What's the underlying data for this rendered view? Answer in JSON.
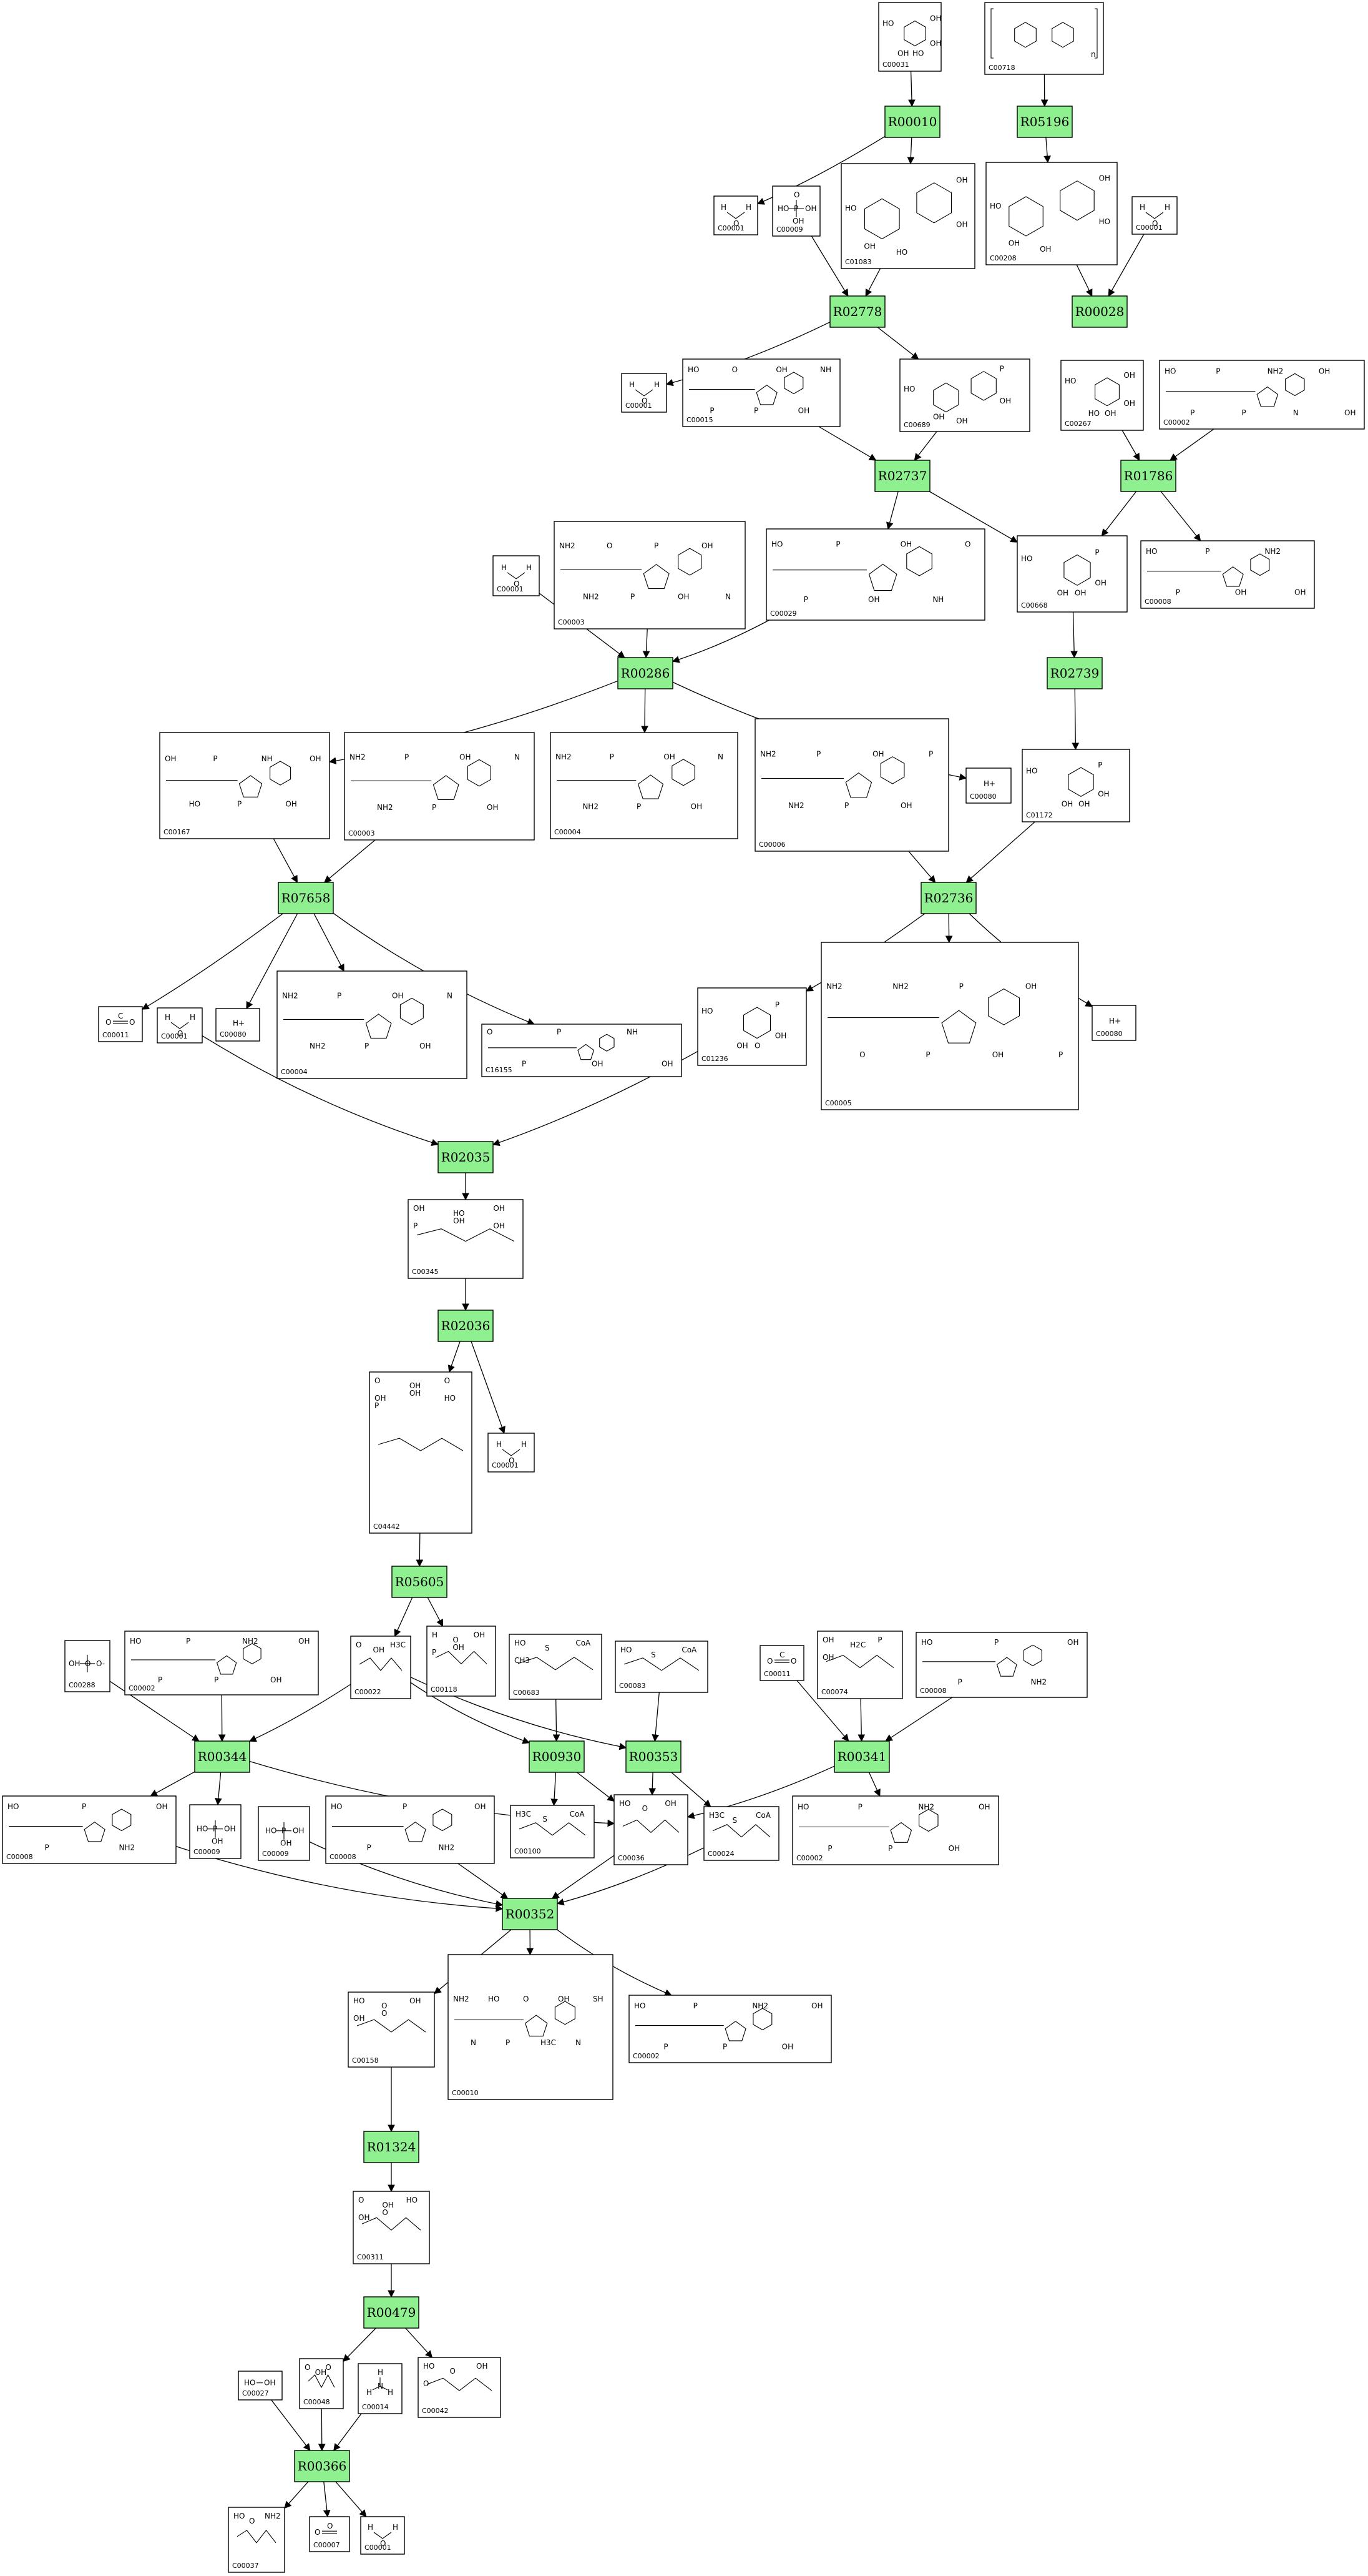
{
  "colors": {
    "reaction_fill": "#8ef08e",
    "line": "#000000",
    "background": "#ffffff"
  },
  "reactions": [
    {
      "id": "R00010"
    },
    {
      "id": "R05196"
    },
    {
      "id": "R02778"
    },
    {
      "id": "R00028"
    },
    {
      "id": "R02737"
    },
    {
      "id": "R01786"
    },
    {
      "id": "R00286"
    },
    {
      "id": "R02739"
    },
    {
      "id": "R07658"
    },
    {
      "id": "R02736"
    },
    {
      "id": "R02035"
    },
    {
      "id": "R02036"
    },
    {
      "id": "R05605"
    },
    {
      "id": "R00344"
    },
    {
      "id": "R00930"
    },
    {
      "id": "R00353"
    },
    {
      "id": "R00341"
    },
    {
      "id": "R00352"
    },
    {
      "id": "R01324"
    },
    {
      "id": "R00479"
    },
    {
      "id": "R00366"
    }
  ],
  "compounds": [
    {
      "key": "c00031",
      "label": "C00031",
      "kind": "sugar",
      "atoms": [
        "HO",
        "OH",
        "OH",
        "OH",
        "HO"
      ]
    },
    {
      "key": "c00718",
      "label": "C00718",
      "kind": "polysaccharide",
      "atoms": [
        "n"
      ]
    },
    {
      "key": "c00001a",
      "label": "C00001",
      "kind": "water",
      "atoms": [
        "H",
        "O",
        "H"
      ]
    },
    {
      "key": "c00009a",
      "label": "C00009",
      "kind": "phosphate",
      "atoms": [
        "HO",
        "P",
        "OH",
        "OH",
        "O"
      ]
    },
    {
      "key": "c01083",
      "label": "C01083",
      "kind": "disaccharide",
      "atoms": [
        "HO",
        "OH",
        "HO",
        "OH",
        "OH"
      ]
    },
    {
      "key": "c00208",
      "label": "C00208",
      "kind": "disaccharide",
      "atoms": [
        "HO",
        "OH",
        "OH",
        "OH",
        "HO"
      ]
    },
    {
      "key": "c00001b",
      "label": "C00001",
      "kind": "water",
      "atoms": [
        "H",
        "O",
        "H"
      ]
    },
    {
      "key": "c00001c",
      "label": "C00001",
      "kind": "water",
      "atoms": [
        "H",
        "O",
        "H"
      ]
    },
    {
      "key": "c00015",
      "label": "C00015",
      "kind": "nucleotide",
      "atoms": [
        "HO",
        "P",
        "O",
        "P",
        "OH",
        "OH",
        "NH"
      ]
    },
    {
      "key": "c00689",
      "label": "C00689",
      "kind": "disaccharide-phosphate",
      "atoms": [
        "HO",
        "OH",
        "OH",
        "P",
        "OH"
      ]
    },
    {
      "key": "c00267",
      "label": "C00267",
      "kind": "sugar",
      "atoms": [
        "HO",
        "OH",
        "OH",
        "HO",
        "OH"
      ]
    },
    {
      "key": "c00002a",
      "label": "C00002",
      "kind": "nucleotide",
      "atoms": [
        "HO",
        "P",
        "P",
        "P",
        "NH2",
        "N",
        "OH",
        "OH"
      ]
    },
    {
      "key": "c00001d",
      "label": "C00001",
      "kind": "water",
      "atoms": [
        "H",
        "O",
        "H"
      ]
    },
    {
      "key": "c00003a",
      "label": "C00003",
      "kind": "dinucleotide",
      "atoms": [
        "NH2",
        "NH2",
        "O",
        "P",
        "P",
        "OH",
        "OH",
        "N"
      ]
    },
    {
      "key": "c00029",
      "label": "C00029",
      "kind": "nucleotide-sugar",
      "atoms": [
        "HO",
        "P",
        "P",
        "OH",
        "OH",
        "NH",
        "O"
      ]
    },
    {
      "key": "c00668",
      "label": "C00668",
      "kind": "sugar-phosphate",
      "atoms": [
        "HO",
        "P",
        "OH",
        "OH",
        "OH"
      ]
    },
    {
      "key": "c00008a",
      "label": "C00008",
      "kind": "nucleotide",
      "atoms": [
        "HO",
        "P",
        "P",
        "OH",
        "NH2",
        "OH"
      ]
    },
    {
      "key": "c00167",
      "label": "C00167",
      "kind": "nucleotide-sugar",
      "atoms": [
        "OH",
        "HO",
        "P",
        "P",
        "NH",
        "OH",
        "OH"
      ]
    },
    {
      "key": "c00003b",
      "label": "C00003",
      "kind": "dinucleotide",
      "atoms": [
        "NH2",
        "NH2",
        "P",
        "P",
        "OH",
        "OH",
        "N"
      ]
    },
    {
      "key": "c00004a",
      "label": "C00004",
      "kind": "dinucleotide",
      "atoms": [
        "NH2",
        "NH2",
        "P",
        "P",
        "OH",
        "OH",
        "N"
      ]
    },
    {
      "key": "c00006a",
      "label": "C00006",
      "kind": "dinucleotide",
      "atoms": [
        "NH2",
        "NH2",
        "P",
        "P",
        "OH",
        "OH",
        "P"
      ]
    },
    {
      "key": "c00080a",
      "label": "C00080",
      "kind": "proton",
      "atoms": [
        "H+"
      ]
    },
    {
      "key": "c01172",
      "label": "C01172",
      "kind": "sugar-phosphate",
      "atoms": [
        "HO",
        "P",
        "OH",
        "OH",
        "OH"
      ]
    },
    {
      "key": "c00011a",
      "label": "C00011",
      "kind": "co2",
      "atoms": [
        "O",
        "C",
        "O"
      ]
    },
    {
      "key": "c00001e",
      "label": "C00001",
      "kind": "water",
      "atoms": [
        "H",
        "O",
        "H"
      ]
    },
    {
      "key": "c00080b",
      "label": "C00080",
      "kind": "proton",
      "atoms": [
        "H+"
      ]
    },
    {
      "key": "c00004b",
      "label": "C00004",
      "kind": "dinucleotide",
      "atoms": [
        "NH2",
        "NH2",
        "P",
        "P",
        "OH",
        "OH",
        "N"
      ]
    },
    {
      "key": "c16155",
      "label": "C16155",
      "kind": "nucleotide-sugar",
      "atoms": [
        "O",
        "P",
        "P",
        "OH",
        "NH",
        "OH"
      ]
    },
    {
      "key": "c01236",
      "label": "C01236",
      "kind": "lactone-phosphate",
      "atoms": [
        "HO",
        "P",
        "OH",
        "OH",
        "O"
      ]
    },
    {
      "key": "c00005",
      "label": "C00005",
      "kind": "dinucleotide",
      "atoms": [
        "NH2",
        "O",
        "NH2",
        "P",
        "P",
        "OH",
        "OH",
        "P"
      ]
    },
    {
      "key": "c00080c",
      "label": "C00080",
      "kind": "proton",
      "atoms": [
        "H+"
      ]
    },
    {
      "key": "c00345",
      "label": "C00345",
      "kind": "acid-phosphate",
      "atoms": [
        "OH",
        "HO",
        "OH",
        "P",
        "OH",
        "OH"
      ]
    },
    {
      "key": "c04442",
      "label": "C04442",
      "kind": "keto-acid-phosphate",
      "atoms": [
        "O",
        "OH",
        "O",
        "OH",
        "OH",
        "HO",
        "P"
      ]
    },
    {
      "key": "c00001f",
      "label": "C00001",
      "kind": "water",
      "atoms": [
        "H",
        "O",
        "H"
      ]
    },
    {
      "key": "c00288",
      "label": "C00288",
      "kind": "bicarbonate",
      "atoms": [
        "OH",
        "O",
        "O-"
      ]
    },
    {
      "key": "c00002b",
      "label": "C00002",
      "kind": "nucleotide",
      "atoms": [
        "HO",
        "P",
        "P",
        "P",
        "NH2",
        "OH",
        "OH"
      ]
    },
    {
      "key": "c00022",
      "label": "C00022",
      "kind": "keto-acid",
      "atoms": [
        "O",
        "OH",
        "H3C"
      ]
    },
    {
      "key": "c00118",
      "label": "C00118",
      "kind": "aldehyde-phosphate",
      "atoms": [
        "H",
        "O",
        "OH",
        "P",
        "OH"
      ]
    },
    {
      "key": "c00683",
      "label": "C00683",
      "kind": "acyl-coa",
      "atoms": [
        "HO",
        "S",
        "CoA",
        "CH3"
      ]
    },
    {
      "key": "c00083",
      "label": "C00083",
      "kind": "acyl-coa",
      "atoms": [
        "HO",
        "S",
        "CoA"
      ]
    },
    {
      "key": "c00011b",
      "label": "C00011",
      "kind": "co2",
      "atoms": [
        "O",
        "C",
        "O"
      ]
    },
    {
      "key": "c00074",
      "label": "C00074",
      "kind": "enol-phosphate",
      "atoms": [
        "OH",
        "H2C",
        "P",
        "OH"
      ]
    },
    {
      "key": "c00008b",
      "label": "C00008",
      "kind": "nucleotide",
      "atoms": [
        "HO",
        "P",
        "P",
        "NH2",
        "OH"
      ]
    },
    {
      "key": "c00008c",
      "label": "C00008",
      "kind": "nucleotide",
      "atoms": [
        "HO",
        "P",
        "P",
        "NH2",
        "OH"
      ]
    },
    {
      "key": "c00009b",
      "label": "C00009",
      "kind": "phosphate",
      "atoms": [
        "HO",
        "P",
        "OH",
        "OH"
      ]
    },
    {
      "key": "c00009c",
      "label": "C00009",
      "kind": "phosphate",
      "atoms": [
        "HO",
        "P",
        "OH",
        "OH"
      ]
    },
    {
      "key": "c00008d",
      "label": "C00008",
      "kind": "nucleotide",
      "atoms": [
        "HO",
        "P",
        "P",
        "NH2",
        "OH"
      ]
    },
    {
      "key": "c00100",
      "label": "C00100",
      "kind": "acyl-coa",
      "atoms": [
        "H3C",
        "S",
        "CoA"
      ]
    },
    {
      "key": "c00036",
      "label": "C00036",
      "kind": "keto-diacid",
      "atoms": [
        "HO",
        "O",
        "OH"
      ]
    },
    {
      "key": "c00024",
      "label": "C00024",
      "kind": "acyl-coa",
      "atoms": [
        "H3C",
        "S",
        "CoA"
      ]
    },
    {
      "key": "c00002c",
      "label": "C00002",
      "kind": "nucleotide",
      "atoms": [
        "HO",
        "P",
        "P",
        "P",
        "NH2",
        "OH",
        "OH"
      ]
    },
    {
      "key": "c00158",
      "label": "C00158",
      "kind": "tricarboxylic",
      "atoms": [
        "HO",
        "O",
        "OH",
        "OH",
        "O"
      ]
    },
    {
      "key": "c00010",
      "label": "C00010",
      "kind": "coenzyme-a",
      "atoms": [
        "NH2",
        "N",
        "HO",
        "P",
        "O",
        "H3C",
        "OH",
        "N",
        "SH"
      ]
    },
    {
      "key": "c00002d",
      "label": "C00002",
      "kind": "nucleotide",
      "atoms": [
        "HO",
        "P",
        "P",
        "P",
        "NH2",
        "OH",
        "OH"
      ]
    },
    {
      "key": "c00311",
      "label": "C00311",
      "kind": "tricarboxylic",
      "atoms": [
        "O",
        "OH",
        "HO",
        "OH",
        "O"
      ]
    },
    {
      "key": "c00027",
      "label": "C00027",
      "kind": "peroxide",
      "atoms": [
        "HO",
        "OH"
      ]
    },
    {
      "key": "c00048",
      "label": "C00048",
      "kind": "aldehyde-acid",
      "atoms": [
        "O",
        "OH",
        "O"
      ]
    },
    {
      "key": "c00014",
      "label": "C00014",
      "kind": "ammonia",
      "atoms": [
        "H",
        "N",
        "H",
        "H"
      ]
    },
    {
      "key": "c00042",
      "label": "C00042",
      "kind": "diacid",
      "atoms": [
        "HO",
        "O",
        "OH",
        "O"
      ]
    },
    {
      "key": "c00037",
      "label": "C00037",
      "kind": "amino-acid",
      "atoms": [
        "HO",
        "O",
        "NH2"
      ]
    },
    {
      "key": "c00007",
      "label": "C00007",
      "kind": "oxygen",
      "atoms": [
        "O",
        "O"
      ]
    },
    {
      "key": "c00001g",
      "label": "C00001",
      "kind": "water",
      "atoms": [
        "H",
        "O",
        "H"
      ]
    }
  ],
  "edges": [
    [
      "c00031",
      "R00010"
    ],
    [
      "R00010",
      "c00001a"
    ],
    [
      "R00010",
      "c01083"
    ],
    [
      "c00718",
      "R05196"
    ],
    [
      "R05196",
      "c00208"
    ],
    [
      "c00009a",
      "R02778"
    ],
    [
      "c01083",
      "R02778"
    ],
    [
      "R02778",
      "c00001c"
    ],
    [
      "R02778",
      "c00689"
    ],
    [
      "c00208",
      "R00028"
    ],
    [
      "c00001b",
      "R00028"
    ],
    [
      "c00015",
      "R02737"
    ],
    [
      "c00689",
      "R02737"
    ],
    [
      "R02737",
      "c00029"
    ],
    [
      "R02737",
      "c00668"
    ],
    [
      "c00267",
      "R01786"
    ],
    [
      "c00002a",
      "R01786"
    ],
    [
      "R01786",
      "c00668"
    ],
    [
      "R01786",
      "c00008a"
    ],
    [
      "c00001d",
      "R00286"
    ],
    [
      "c00003a",
      "R00286"
    ],
    [
      "c00029",
      "R00286"
    ],
    [
      "R00286",
      "c00167"
    ],
    [
      "R00286",
      "c00004a"
    ],
    [
      "R00286",
      "c00080a"
    ],
    [
      "c00668",
      "R02739"
    ],
    [
      "R02739",
      "c01172"
    ],
    [
      "c00167",
      "R07658"
    ],
    [
      "c00003b",
      "R07658"
    ],
    [
      "R07658",
      "c00011a"
    ],
    [
      "R07658",
      "c00080b"
    ],
    [
      "R07658",
      "c00004b"
    ],
    [
      "R07658",
      "c16155"
    ],
    [
      "c00006a",
      "R02736"
    ],
    [
      "c01172",
      "R02736"
    ],
    [
      "R02736",
      "c01236"
    ],
    [
      "R02736",
      "c00005"
    ],
    [
      "R02736",
      "c00080c"
    ],
    [
      "c00001e",
      "R02035"
    ],
    [
      "c01236",
      "R02035"
    ],
    [
      "R02035",
      "c00345"
    ],
    [
      "c00345",
      "R02036"
    ],
    [
      "R02036",
      "c04442"
    ],
    [
      "R02036",
      "c00001f"
    ],
    [
      "c04442",
      "R05605"
    ],
    [
      "R05605",
      "c00022"
    ],
    [
      "R05605",
      "c00118"
    ],
    [
      "c00288",
      "R00344"
    ],
    [
      "c00002b",
      "R00344"
    ],
    [
      "c00022",
      "R00344"
    ],
    [
      "R00344",
      "c00008b"
    ],
    [
      "R00344",
      "c00009b"
    ],
    [
      "R00344",
      "c00036"
    ],
    [
      "c00022",
      "R00930"
    ],
    [
      "c00683",
      "R00930"
    ],
    [
      "R00930",
      "c00100"
    ],
    [
      "R00930",
      "c00036"
    ],
    [
      "c00022",
      "R00353"
    ],
    [
      "c00083",
      "R00353"
    ],
    [
      "R00353",
      "c00036"
    ],
    [
      "R00353",
      "c00024"
    ],
    [
      "c00011b",
      "R00341"
    ],
    [
      "c00074",
      "R00341"
    ],
    [
      "c00008c",
      "R00341"
    ],
    [
      "R00341",
      "c00036"
    ],
    [
      "R00341",
      "c00002c"
    ],
    [
      "c00009c",
      "R00352"
    ],
    [
      "c00008d",
      "R00352"
    ],
    [
      "c00036",
      "R00352"
    ],
    [
      "c00024",
      "R00352"
    ],
    [
      "R00352",
      "c00158"
    ],
    [
      "R00352",
      "c00010"
    ],
    [
      "R00352",
      "c00002d"
    ],
    [
      "c00158",
      "R01324"
    ],
    [
      "R01324",
      "c00311"
    ],
    [
      "c00311",
      "R00479"
    ],
    [
      "R00479",
      "c00048"
    ],
    [
      "R00479",
      "c00042"
    ],
    [
      "c00027",
      "R00366"
    ],
    [
      "c00048",
      "R00366"
    ],
    [
      "c00014",
      "R00366"
    ],
    [
      "R00366",
      "c00037"
    ],
    [
      "R00366",
      "c00007"
    ],
    [
      "R00366",
      "c00001g"
    ]
  ]
}
